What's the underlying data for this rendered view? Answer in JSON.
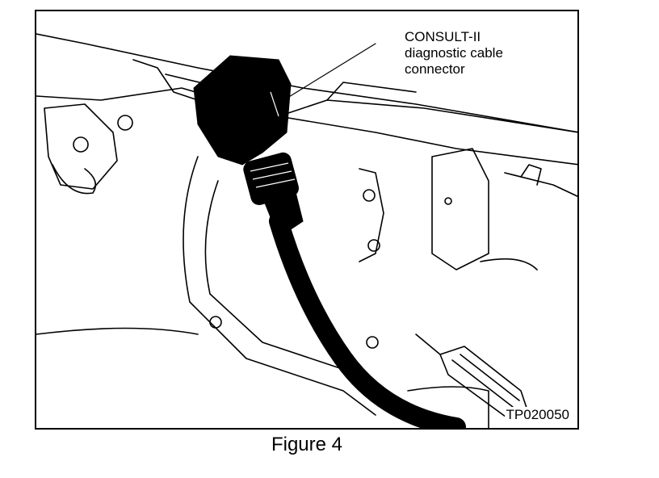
{
  "figure": {
    "callout_lines": [
      "CONSULT-II",
      "diagnostic cable",
      "connector"
    ],
    "reference_id": "TP020050",
    "caption": "Figure 4"
  }
}
